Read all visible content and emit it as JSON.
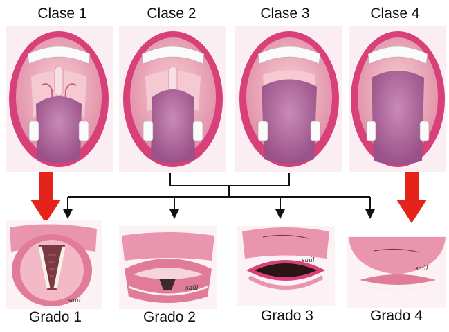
{
  "classes": [
    {
      "label": "Clase 1"
    },
    {
      "label": "Clase 2"
    },
    {
      "label": "Clase 3"
    },
    {
      "label": "Clase 4"
    }
  ],
  "grades": [
    {
      "label": "Grado 1",
      "signature": "saúl"
    },
    {
      "label": "Grado 2",
      "signature": "saúl"
    },
    {
      "label": "Grado 3",
      "signature": "saúl"
    },
    {
      "label": "Grado 4",
      "signature": "saúl"
    }
  ],
  "colors": {
    "lip": "#d8407a",
    "mouth_inner": "#f2b8c6",
    "tongue": "#b56a9e",
    "teeth": "#fafafa",
    "arrow_red": "#e5231b",
    "arrow_black": "#111111",
    "tissue": "#e995ad"
  }
}
